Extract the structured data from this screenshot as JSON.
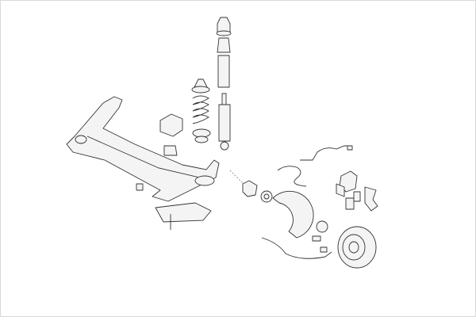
{
  "colors": {
    "background": "#ffffff",
    "line": "#333333",
    "part_fill": "#f4f4f4",
    "border": "#d8d8d8"
  },
  "parts": [
    "axle-beam",
    "shock-top-mount",
    "bump-stop",
    "dust-boot",
    "shock-absorber",
    "spring-seat",
    "coil-spring",
    "spring-pad",
    "axle-bushing",
    "mount-bracket",
    "wheel-hub",
    "wheel-bearing",
    "brake-backing-plate",
    "abs-sensor-cable",
    "brake-hose",
    "brake-caliper",
    "brake-pads",
    "caliper-bracket",
    "brake-disc",
    "hub-cap",
    "heat-shield"
  ]
}
